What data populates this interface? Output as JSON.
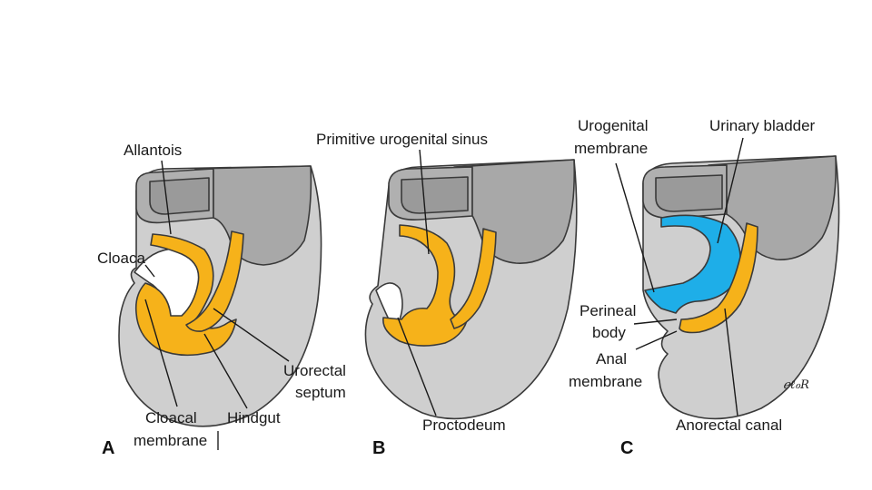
{
  "colors": {
    "tissue_light": "#cfcfcf",
    "tissue_mid": "#b0b0b0",
    "tissue_dark": "#8f8f8f",
    "endoderm": "#f6b21a",
    "bladder": "#1eaee8"
  },
  "panels": {
    "a": {
      "letter": "A",
      "labels": {
        "allantois": "Allantois",
        "cloaca": "Cloaca",
        "cloacal_membrane_1": "Cloacal",
        "cloacal_membrane_2": "membrane",
        "hindgut": "Hindgut",
        "urorectal_septum_1": "Urorectal",
        "urorectal_septum_2": "septum"
      }
    },
    "b": {
      "letter": "B",
      "labels": {
        "primitive_urogenital_sinus": "Primitive urogenital sinus",
        "proctodeum": "Proctodeum"
      }
    },
    "c": {
      "letter": "C",
      "labels": {
        "urogenital_membrane_1": "Urogenital",
        "urogenital_membrane_2": "membrane",
        "urinary_bladder": "Urinary bladder",
        "perineal_body_1": "Perineal",
        "perineal_body_2": "body",
        "anal_membrane_1": "Anal",
        "anal_membrane_2": "membrane",
        "anorectal_canal": "Anorectal canal"
      },
      "signature": "ℯℓℴR"
    }
  }
}
